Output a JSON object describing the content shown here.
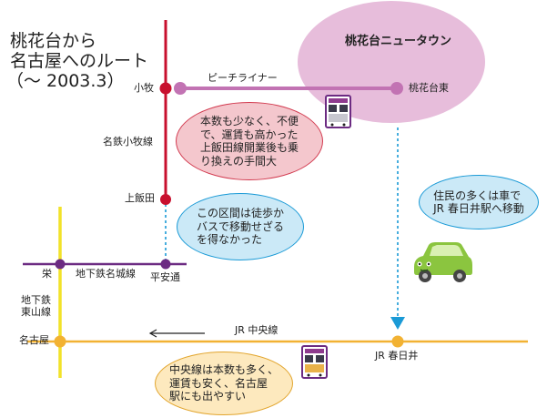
{
  "title": {
    "line1": "桃花台から",
    "line2": "名古屋へのルート",
    "line3": "（～ 2003.3）"
  },
  "area_label": "桃花台ニュータウン",
  "stations": {
    "komaki": "小牧",
    "tokadai_higashi": "桃花台東",
    "kamiiida": "上飯田",
    "sakae": "栄",
    "heian_dori": "平安通",
    "nagoya": "名古屋",
    "jr_kasugai": "JR 春日井"
  },
  "lines": {
    "peach_liner": "ピーチライナー",
    "meitetsu_komaki": "名鉄小牧線",
    "subway_meijo": "地下鉄名城線",
    "subway_higashiyama": "地下鉄\n東山線",
    "jr_chuo": "JR 中央線"
  },
  "notes": {
    "red": "本数も少なく、不便\nで、運賃も高かった\n上飯田線開業後も乗\nり換えの手間大",
    "blue_walk": "この区間は徒歩か\nバスで移動せざる\nを得なかった",
    "blue_car": "住民の多くは車で\nJR 春日井駅へ移動",
    "orange": "中央線は本数も多く、\n運賃も安く、名古屋\n駅にも出やすい"
  },
  "colors": {
    "peach_line": "#c273b3",
    "meitetsu_line": "#c8102e",
    "subway_meijo": "#6c2b82",
    "subway_higashiyama": "#f2e229",
    "jr_line": "#f2b233",
    "area_fill": "#e7bddb",
    "walk_dots": "#1a9ad6"
  }
}
